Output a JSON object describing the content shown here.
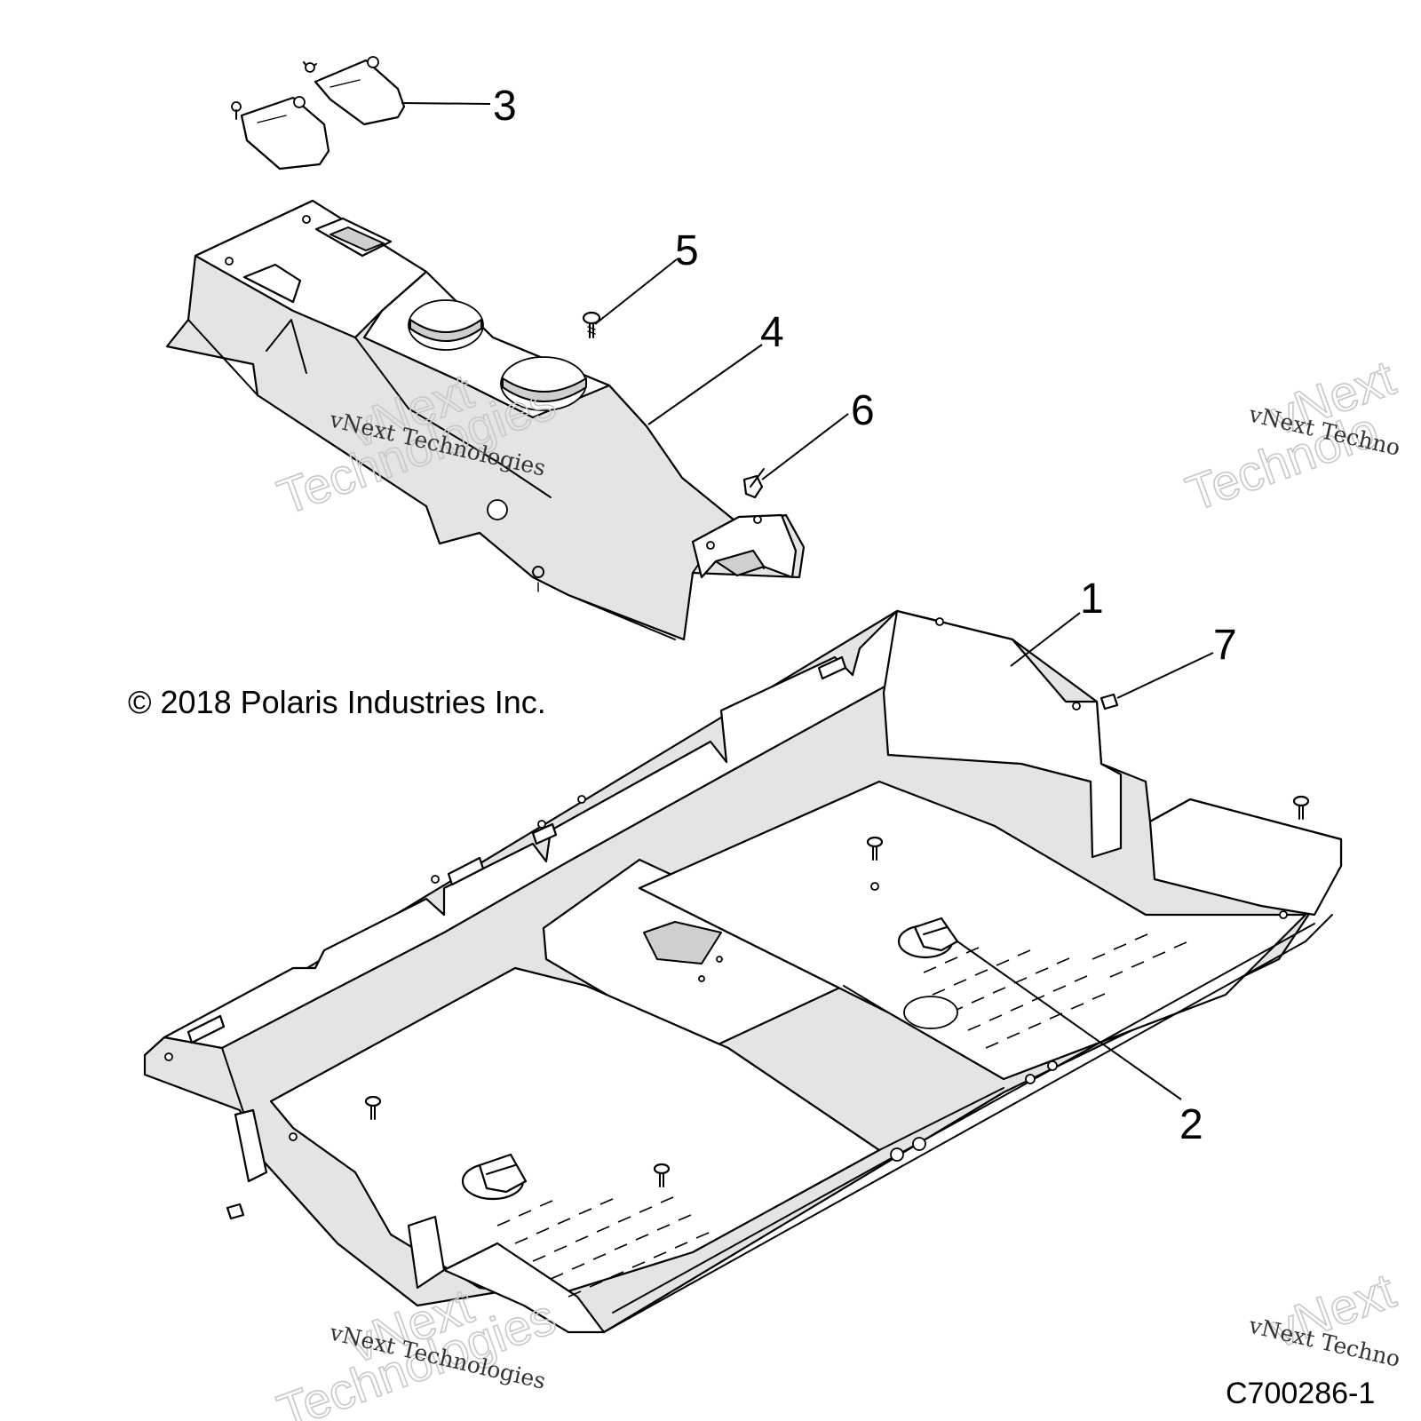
{
  "diagram": {
    "copyright": "© 2018 Polaris Industries Inc.",
    "reference_code": "C700286-1",
    "watermark": {
      "line_small": "vNext Technologies",
      "big_word_1": "vNext",
      "big_word_2": "Technologies",
      "partial_small": "vNext Techno",
      "partial_big_1": "vNext",
      "partial_big_2": "Technolo"
    },
    "callouts": [
      {
        "id": "1",
        "label": "1"
      },
      {
        "id": "2",
        "label": "2"
      },
      {
        "id": "3",
        "label": "3"
      },
      {
        "id": "4",
        "label": "4"
      },
      {
        "id": "5",
        "label": "5"
      },
      {
        "id": "6",
        "label": "6"
      },
      {
        "id": "7",
        "label": "7"
      }
    ]
  }
}
